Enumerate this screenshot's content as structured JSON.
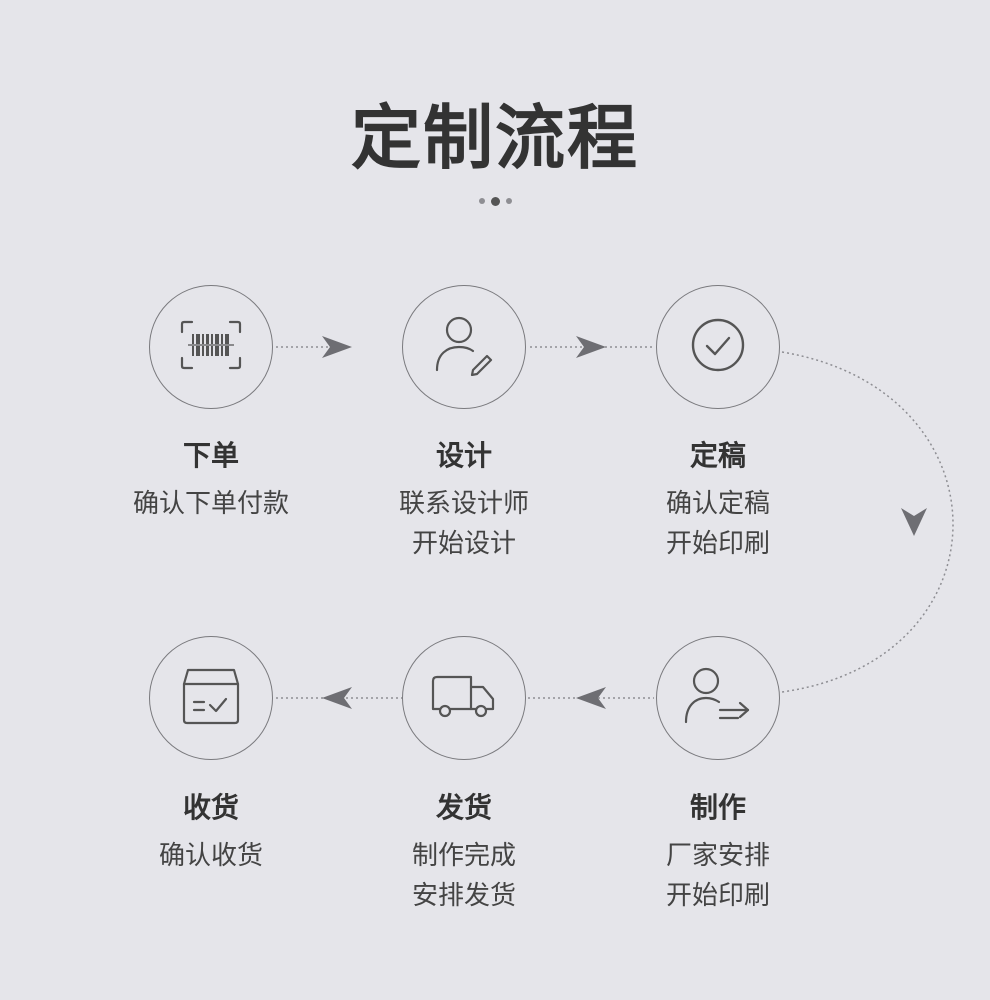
{
  "title": "定制流程",
  "steps": [
    {
      "title": "下单",
      "desc1": "确认下单付款",
      "desc2": "",
      "icon": "barcode-scan-icon"
    },
    {
      "title": "设计",
      "desc1": "联系设计师",
      "desc2": "开始设计",
      "icon": "user-edit-icon"
    },
    {
      "title": "定稿",
      "desc1": "确认定稿",
      "desc2": "开始印刷",
      "icon": "check-circle-icon"
    },
    {
      "title": "制作",
      "desc1": "厂家安排",
      "desc2": "开始印刷",
      "icon": "user-transfer-icon"
    },
    {
      "title": "发货",
      "desc1": "制作完成",
      "desc2": "安排发货",
      "icon": "truck-icon"
    },
    {
      "title": "收货",
      "desc1": "确认收货",
      "desc2": "",
      "icon": "box-check-icon"
    }
  ],
  "colors": {
    "background": "#e5e5ea",
    "text": "#333333",
    "line": "#7a7a7e"
  }
}
